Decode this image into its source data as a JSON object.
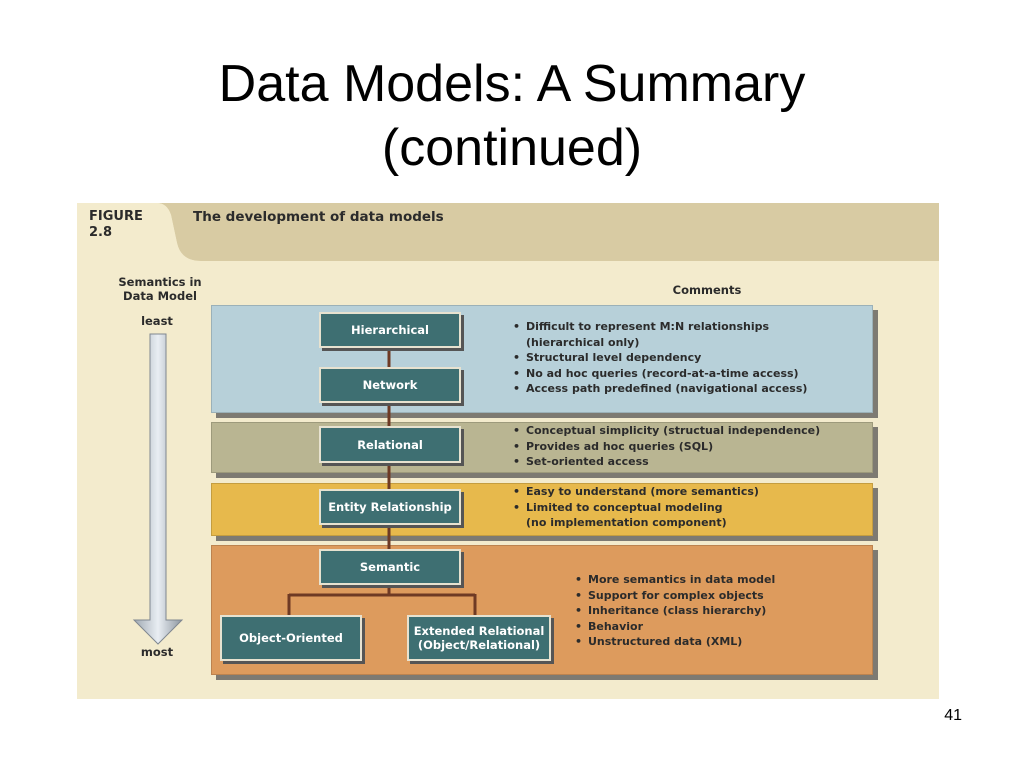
{
  "slide": {
    "title_line1": "Data Models: A Summary",
    "title_line2": "(continued)",
    "page_number": "41"
  },
  "figure": {
    "label_line1": "FIGURE",
    "label_line2": "2.8",
    "caption": "The development of data models",
    "semantics_line1": "Semantics in",
    "semantics_line2": "Data Model",
    "comments_heading": "Comments",
    "axis_top": "least",
    "axis_bottom": "most",
    "colors": {
      "background": "#f3ebcd",
      "header": "#d8cba3",
      "blue_band": "#b7d0d9",
      "green_band": "#b9b592",
      "yellow_band": "#e7b94c",
      "orange_band": "#dd9b5d",
      "node": "#3e6f72"
    },
    "models": {
      "hierarchical": "Hierarchical",
      "network": "Network",
      "relational": "Relational",
      "entity_relationship": "Entity Relationship",
      "semantic": "Semantic",
      "object_oriented": "Object-Oriented",
      "extended_relational_line1": "Extended Relational",
      "extended_relational_line2": "(Object/Relational)"
    },
    "comments": {
      "hier_net": [
        {
          "line1": "Difficult to represent M:N relationships",
          "line2": "(hierarchical only)"
        },
        {
          "line1": "Structural level dependency"
        },
        {
          "line1": "No ad hoc queries (record-at-a-time access)"
        },
        {
          "line1": "Access path predefined (navigational access)"
        }
      ],
      "relational": [
        {
          "line1": "Conceptual simplicity (structual independence)"
        },
        {
          "line1": "Provides ad hoc queries (SQL)"
        },
        {
          "line1": "Set-oriented access"
        }
      ],
      "er": [
        {
          "line1": "Easy to understand (more semantics)"
        },
        {
          "line1": "Limited to conceptual modeling",
          "line2": "(no implementation component)"
        }
      ],
      "semantic": [
        {
          "line1": "More semantics in data model"
        },
        {
          "line1": "Support for complex objects"
        },
        {
          "line1": "Inheritance (class hierarchy)"
        },
        {
          "line1": "Behavior"
        },
        {
          "line1": "Unstructured data (XML)"
        }
      ]
    }
  }
}
